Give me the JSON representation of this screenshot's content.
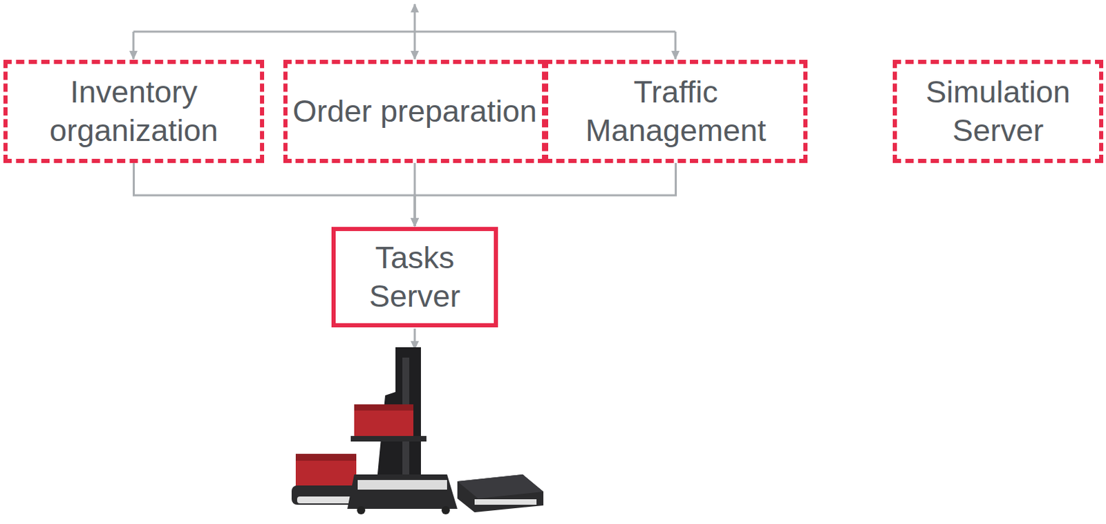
{
  "diagram": {
    "nodes": [
      {
        "text": [
          "Inventory organization"
        ]
      },
      {
        "text": [
          "Order preparation"
        ]
      },
      {
        "text": [
          "Traffic Management"
        ]
      },
      {
        "text": [
          "Simulation Server"
        ]
      },
      {
        "text": [
          "Tasks Server"
        ]
      }
    ],
    "edges": [
      {
        "from": 0,
        "to": 4,
        "arrow": "to"
      },
      {
        "from": 1,
        "to": 4,
        "arrow": "to"
      },
      {
        "from": 2,
        "to": 4,
        "arrow": "to"
      }
    ]
  }
}
